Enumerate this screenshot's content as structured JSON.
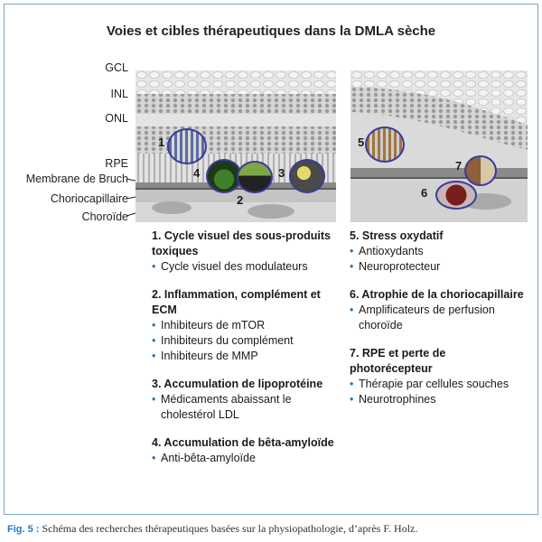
{
  "title": "Voies et cibles thérapeutiques dans la DMLA sèche",
  "layers": {
    "gcl": "GCL",
    "inl": "INL",
    "onl": "ONL",
    "rpe": "RPE",
    "bruch": "Membrane de Bruch",
    "chorio": "Choriocapillaire",
    "choroide": "Choroïde"
  },
  "markers": [
    "1",
    "2",
    "3",
    "4",
    "5",
    "6",
    "7"
  ],
  "colors": {
    "accent": "#1f78c8",
    "marker_ring": "#3b3b9a",
    "frame": "#7aa7d0"
  },
  "left_items": [
    {
      "title": "1. Cycle visuel des sous-produits toxiques",
      "bullets": [
        "Cycle visuel des modulateurs"
      ]
    },
    {
      "title": "2. Inflammation, complément et ECM",
      "bullets": [
        "Inhibiteurs de mTOR",
        "Inhibiteurs du complément",
        "Inhibiteurs de MMP"
      ]
    },
    {
      "title": "3. Accumulation de lipoprotéine",
      "bullets": [
        "Médicaments abaissant le cholestérol LDL"
      ]
    },
    {
      "title": "4. Accumulation de bêta-amyloïde",
      "bullets": [
        "Anti-bêta-amyloïde"
      ]
    }
  ],
  "right_items": [
    {
      "title": "5. Stress oxydatif",
      "bullets": [
        "Antioxydants",
        "Neuroprotecteur"
      ]
    },
    {
      "title": "6. Atrophie de la choriocapillaire",
      "bullets": [
        "Amplificateurs de perfusion choroïde"
      ]
    },
    {
      "title": "7. RPE et perte de photorécepteur",
      "bullets": [
        "Thérapie par cellules souches",
        "Neurotrophines"
      ]
    }
  ],
  "caption": {
    "label": "Fig. 5 :",
    "text": " Schéma des recherches thérapeutiques basées sur la physiopathologie, d’après F. Holz."
  }
}
